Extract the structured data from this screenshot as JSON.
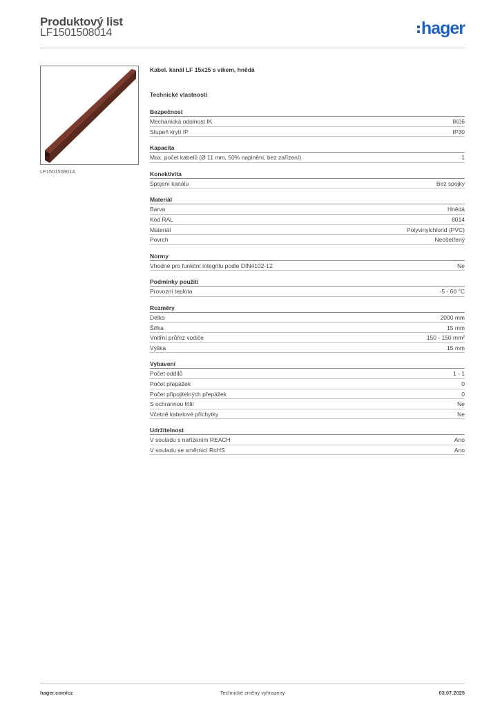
{
  "header": {
    "title": "Produktový list",
    "code": "LF1501508014",
    "logo_text": "hager",
    "logo_color": "#1f63c7"
  },
  "image": {
    "caption": "LF1501508014",
    "product_color": "#5a2a20"
  },
  "product": {
    "name": "Kabel. kanál LF 15x15 s víkem, hnědá",
    "section_heading": "Technické vlastnosti"
  },
  "groups": [
    {
      "title": "Bezpečnost",
      "rows": [
        {
          "label": "Mechanická odolnost IK",
          "value": "IK06"
        },
        {
          "label": "Stupeň krytí IP",
          "value": "IP30"
        }
      ]
    },
    {
      "title": "Kapacita",
      "rows": [
        {
          "label": "Max. počet kabelů (Ø 11 mm, 50% naplnění, bez zařízení)",
          "value": "1"
        }
      ]
    },
    {
      "title": "Konektivita",
      "rows": [
        {
          "label": "Spojení kanálu",
          "value": "Bez spojky"
        }
      ]
    },
    {
      "title": "Materiál",
      "rows": [
        {
          "label": "Barva",
          "value": "Hnědá"
        },
        {
          "label": "Kód RAL",
          "value": "8014"
        },
        {
          "label": "Materiál",
          "value": "Polyvinylchlorid (PVC)"
        },
        {
          "label": "Povrch",
          "value": "Neošetřený"
        }
      ]
    },
    {
      "title": "Normy",
      "rows": [
        {
          "label": "Vhodné pro funkční integritu podle DIN4102-12",
          "value": "Ne"
        }
      ]
    },
    {
      "title": "Podmínky použití",
      "rows": [
        {
          "label": "Provozní teplota",
          "value": "-5 - 60 °C"
        }
      ]
    },
    {
      "title": "Rozměry",
      "rows": [
        {
          "label": "Délka",
          "value": "2000 mm"
        },
        {
          "label": "Šířka",
          "value": "15 mm"
        },
        {
          "label": "Vnitřní průřez vodiče",
          "value": "150 - 150 mm²"
        },
        {
          "label": "Výška",
          "value": "15 mm"
        }
      ]
    },
    {
      "title": "Vybavení",
      "rows": [
        {
          "label": "Počet oddílů",
          "value": "1 - 1"
        },
        {
          "label": "Počet přepážek",
          "value": "0"
        },
        {
          "label": "Počet připojitelných přepážek",
          "value": "0"
        },
        {
          "label": "S ochrannou fólií",
          "value": "Ne"
        },
        {
          "label": "Včetně kabelové příchytky",
          "value": "Ne"
        }
      ]
    },
    {
      "title": "Udržitelnost",
      "rows": [
        {
          "label": "V souladu s nařízením REACH",
          "value": "Ano"
        },
        {
          "label": "V souladu se směrnicí RoHS",
          "value": "Ano"
        }
      ]
    }
  ],
  "footer": {
    "website": "hager.com/cz",
    "notice": "Technické změny vyhrazeny",
    "date": "03.07.2025"
  }
}
